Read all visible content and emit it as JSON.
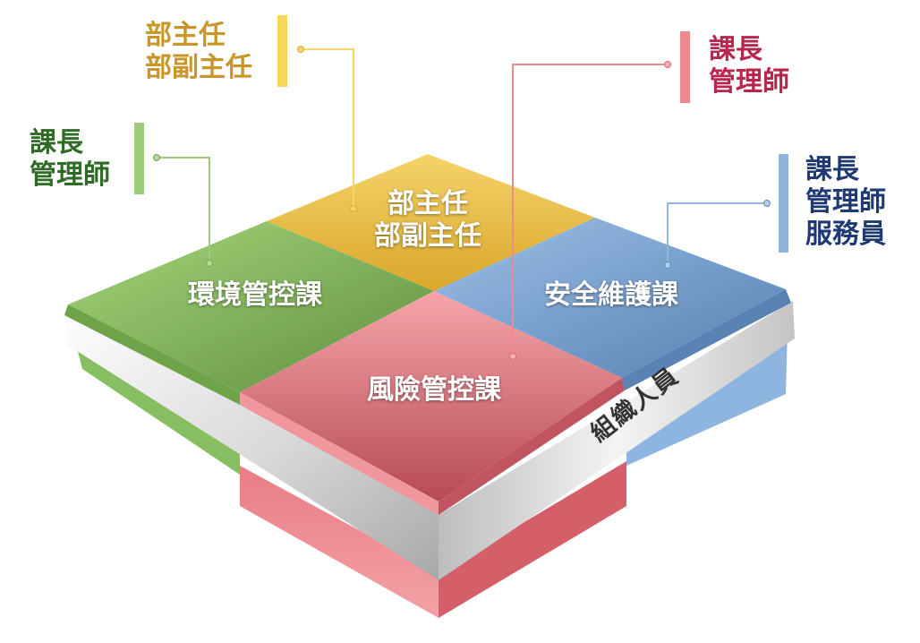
{
  "band": {
    "label": "組織人員"
  },
  "tiles": {
    "top": {
      "lines": [
        "部主任",
        "部副主任"
      ],
      "color": "#E6B83A"
    },
    "left": {
      "lines": [
        "環境管控課"
      ],
      "color": "#7FB256"
    },
    "right": {
      "lines": [
        "安全維護課"
      ],
      "color": "#6C97C8"
    },
    "front": {
      "lines": [
        "風險管控課"
      ],
      "color": "#E46A72"
    }
  },
  "callouts": {
    "gold": {
      "lines": [
        "部主任",
        "部副主任"
      ],
      "color": "#C8962A"
    },
    "green": {
      "lines": [
        "課長",
        "管理師"
      ],
      "color": "#2E6B24"
    },
    "pink": {
      "lines": [
        "課長",
        "管理師"
      ],
      "color": "#B8264E"
    },
    "blue": {
      "lines": [
        "課長",
        "管理師",
        "服務員"
      ],
      "color": "#1F3A73"
    }
  }
}
